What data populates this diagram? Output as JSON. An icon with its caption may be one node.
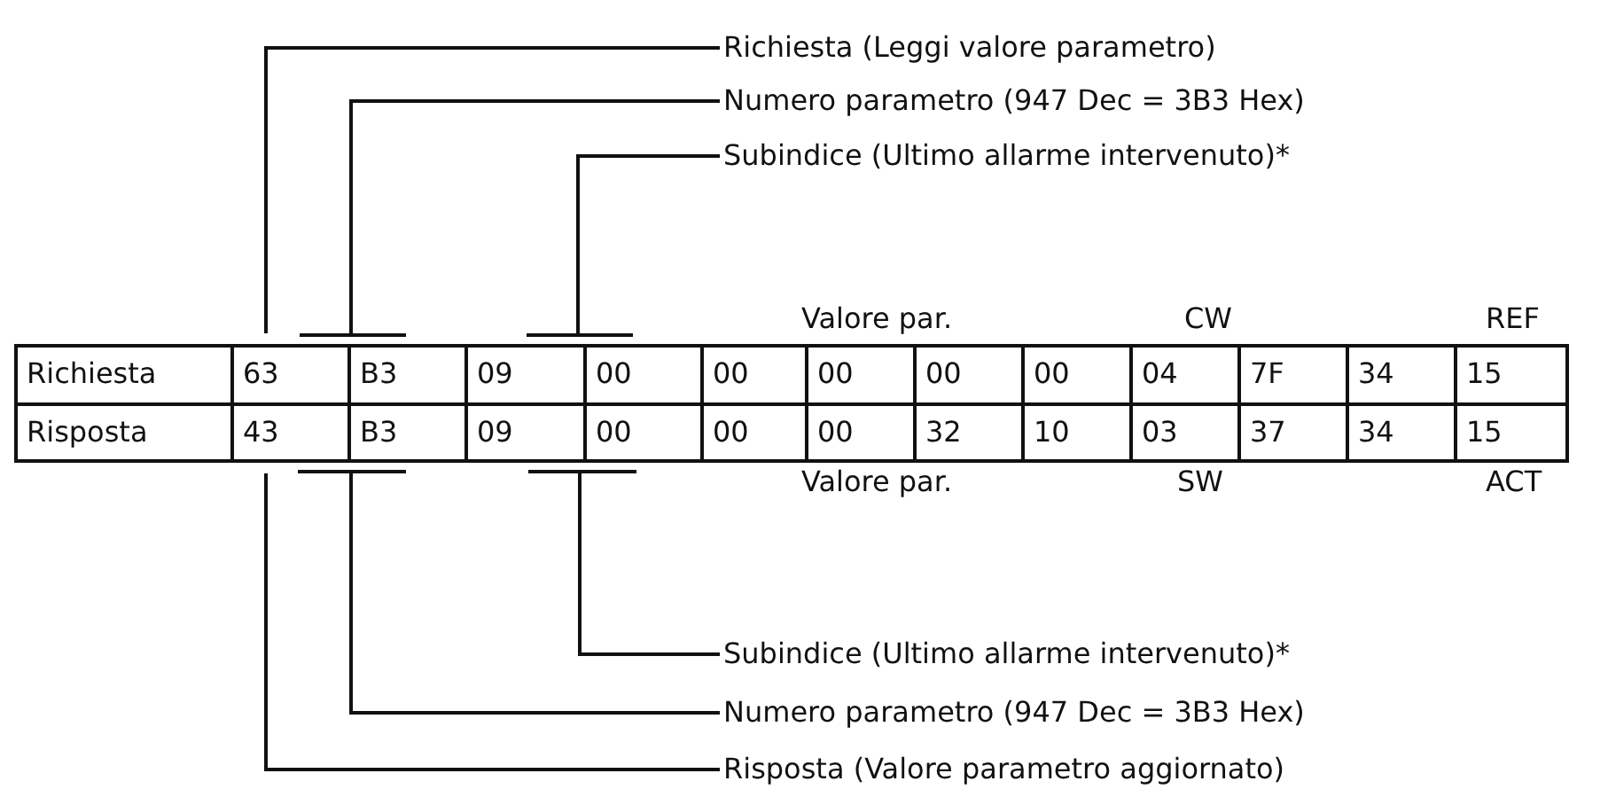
{
  "diagram": {
    "nodes": [
      {
        "text": [
          "Richiesta (Leggi valore parametro)"
        ]
      },
      {
        "text": [
          "Numero parametro (947 Dec = 3B3 Hex)"
        ]
      },
      {
        "text": [
          "Subindice (Ultimo allarme intervenuto)*"
        ]
      },
      {
        "text": [
          "Subindice (Ultimo allarme intervenuto)*"
        ]
      },
      {
        "text": [
          "Numero parametro (947 Dec = 3B3 Hex)"
        ]
      },
      {
        "text": [
          "Risposta (Valore parametro aggiornato)"
        ]
      },
      {
        "text": [
          "63"
        ]
      },
      {
        "text": [
          "43"
        ]
      },
      {
        "text": [],
        "shape": "bar"
      },
      {
        "text": [],
        "shape": "bar"
      },
      {
        "text": [],
        "shape": "bar"
      },
      {
        "text": [],
        "shape": "bar"
      }
    ],
    "edges": [
      {
        "from": 0,
        "to": 6,
        "arrow": "none"
      },
      {
        "from": 1,
        "to": 8,
        "arrow": "none"
      },
      {
        "from": 2,
        "to": 9,
        "arrow": "none"
      },
      {
        "from": 3,
        "to": 11,
        "arrow": "none"
      },
      {
        "from": 4,
        "to": 10,
        "arrow": "none"
      },
      {
        "from": 5,
        "to": 7,
        "arrow": "none"
      }
    ],
    "labels": [
      "Valore par.",
      "CW",
      "REF",
      "Richiesta",
      "B3",
      "09",
      "00",
      "00",
      "00",
      "00",
      "00",
      "04",
      "7F",
      "34",
      "15",
      "Risposta",
      "B3",
      "09",
      "00",
      "00",
      "00",
      "32",
      "10",
      "03",
      "37",
      "34",
      "15",
      "Valore par.",
      "SW",
      "ACT"
    ]
  }
}
